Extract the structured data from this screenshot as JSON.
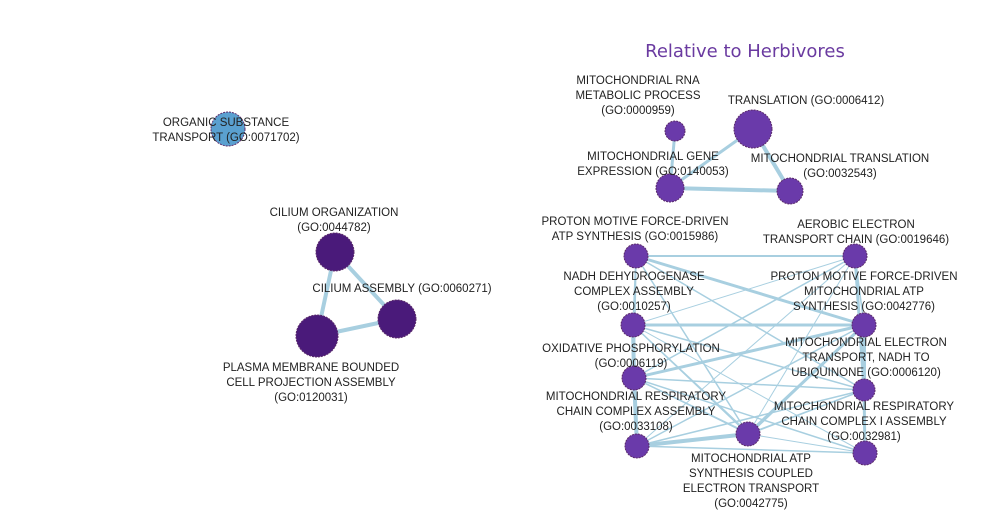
{
  "title": "Relative to Herbivores",
  "colors": {
    "edge": "#a8cfe0",
    "node_stroke": "#5a2a6a",
    "node_blue": "#5aa0d0",
    "node_dark": "#4a1a7a",
    "node_mid": "#6a3aaa",
    "title": "#6a3aa0"
  },
  "nodes": {
    "organic_substance_transport": {
      "lines": [
        "ORGANIC SUBSTANCE",
        "TRANSPORT (GO:0071702)"
      ],
      "color": "#5aa0d0"
    },
    "cilium_organization": {
      "lines": [
        "CILIUM ORGANIZATION",
        "(GO:0044782)"
      ],
      "color": "#4a1a7a"
    },
    "cilium_assembly": {
      "lines": [
        "CILIUM ASSEMBLY (GO:0060271)"
      ],
      "color": "#4a1a7a"
    },
    "plasma_membrane_bounded": {
      "lines": [
        "PLASMA MEMBRANE BOUNDED",
        "CELL PROJECTION ASSEMBLY",
        "(GO:0120031)"
      ],
      "color": "#4a1a7a"
    },
    "mito_rna_metabolic": {
      "lines": [
        "MITOCHONDRIAL RNA",
        "METABOLIC PROCESS",
        "(GO:0000959)"
      ],
      "color": "#6a3aaa"
    },
    "translation": {
      "lines": [
        "TRANSLATION (GO:0006412)"
      ],
      "color": "#6a3aaa"
    },
    "mito_gene_expression": {
      "lines": [
        "MITOCHONDRIAL GENE",
        "EXPRESSION (GO:0140053)"
      ],
      "color": "#6a3aaa"
    },
    "mito_translation": {
      "lines": [
        "MITOCHONDRIAL TRANSLATION",
        "(GO:0032543)"
      ],
      "color": "#6a3aaa"
    },
    "pmf_atp_synthesis_15986": {
      "lines": [
        "PROTON MOTIVE FORCE-DRIVEN",
        "ATP SYNTHESIS (GO:0015986)"
      ],
      "color": "#6a3aaa"
    },
    "aerobic_etc": {
      "lines": [
        "AEROBIC ELECTRON",
        "TRANSPORT CHAIN (GO:0019646)"
      ],
      "color": "#6a3aaa"
    },
    "nadh_dehydrogenase": {
      "lines": [
        "NADH DEHYDROGENASE",
        "COMPLEX ASSEMBLY",
        "(GO:0010257)"
      ],
      "color": "#6a3aaa"
    },
    "pmf_mito_atp_42776": {
      "lines": [
        "PROTON MOTIVE FORCE-DRIVEN",
        "MITOCHONDRIAL ATP",
        "SYNTHESIS (GO:0042776)"
      ],
      "color": "#6a3aaa"
    },
    "oxphos": {
      "lines": [
        "OXIDATIVE PHOSPHORYLATION",
        "(GO:0006119)"
      ],
      "color": "#6a3aaa"
    },
    "mito_et_nadh": {
      "lines": [
        "MITOCHONDRIAL ELECTRON",
        "TRANSPORT, NADH TO",
        "UBIQUINONE (GO:0006120)"
      ],
      "color": "#6a3aaa"
    },
    "mito_resp_chain_assembly": {
      "lines": [
        "MITOCHONDRIAL RESPIRATORY",
        "CHAIN COMPLEX ASSEMBLY",
        "(GO:0033108)"
      ],
      "color": "#6a3aaa"
    },
    "mito_resp_chain_I_assembly": {
      "lines": [
        "MITOCHONDRIAL RESPIRATORY",
        "CHAIN COMPLEX I ASSEMBLY",
        "(GO:0032981)"
      ],
      "color": "#6a3aaa"
    },
    "mito_atp_coupled": {
      "lines": [
        "MITOCHONDRIAL ATP",
        "SYNTHESIS COUPLED",
        "ELECTRON TRANSPORT",
        "(GO:0042775)"
      ],
      "color": "#6a3aaa"
    },
    "unlabeled_bottom_right": {
      "lines": [],
      "color": "#6a3aaa"
    }
  },
  "edges": [
    [
      "cilium_organization",
      "plasma_membrane_bounded"
    ],
    [
      "cilium_organization",
      "cilium_assembly"
    ],
    [
      "plasma_membrane_bounded",
      "cilium_assembly"
    ],
    [
      "mito_rna_metabolic",
      "mito_gene_expression"
    ],
    [
      "mito_gene_expression",
      "mito_translation"
    ],
    [
      "translation",
      "mito_translation"
    ],
    [
      "translation",
      "mito_gene_expression"
    ],
    [
      "pmf_atp_synthesis_15986",
      "aerobic_etc"
    ],
    [
      "pmf_atp_synthesis_15986",
      "nadh_dehydrogenase"
    ],
    [
      "pmf_atp_synthesis_15986",
      "pmf_mito_atp_42776"
    ],
    [
      "pmf_atp_synthesis_15986",
      "oxphos"
    ],
    [
      "pmf_atp_synthesis_15986",
      "mito_et_nadh"
    ],
    [
      "pmf_atp_synthesis_15986",
      "mito_atp_coupled"
    ],
    [
      "aerobic_etc",
      "nadh_dehydrogenase"
    ],
    [
      "aerobic_etc",
      "pmf_mito_atp_42776"
    ],
    [
      "aerobic_etc",
      "oxphos"
    ],
    [
      "aerobic_etc",
      "mito_et_nadh"
    ],
    [
      "aerobic_etc",
      "mito_atp_coupled"
    ],
    [
      "aerobic_etc",
      "mito_resp_chain_assembly"
    ],
    [
      "nadh_dehydrogenase",
      "pmf_mito_atp_42776"
    ],
    [
      "nadh_dehydrogenase",
      "oxphos"
    ],
    [
      "nadh_dehydrogenase",
      "mito_et_nadh"
    ],
    [
      "nadh_dehydrogenase",
      "mito_resp_chain_assembly"
    ],
    [
      "nadh_dehydrogenase",
      "mito_resp_chain_I_assembly"
    ],
    [
      "nadh_dehydrogenase",
      "mito_atp_coupled"
    ],
    [
      "nadh_dehydrogenase",
      "unlabeled_bottom_right"
    ],
    [
      "pmf_mito_atp_42776",
      "oxphos"
    ],
    [
      "pmf_mito_atp_42776",
      "mito_et_nadh"
    ],
    [
      "pmf_mito_atp_42776",
      "mito_resp_chain_assembly"
    ],
    [
      "pmf_mito_atp_42776",
      "mito_atp_coupled"
    ],
    [
      "pmf_mito_atp_42776",
      "unlabeled_bottom_right"
    ],
    [
      "oxphos",
      "mito_et_nadh"
    ],
    [
      "oxphos",
      "mito_resp_chain_assembly"
    ],
    [
      "oxphos",
      "mito_resp_chain_I_assembly"
    ],
    [
      "oxphos",
      "mito_atp_coupled"
    ],
    [
      "oxphos",
      "unlabeled_bottom_right"
    ],
    [
      "mito_et_nadh",
      "mito_resp_chain_assembly"
    ],
    [
      "mito_et_nadh",
      "mito_resp_chain_I_assembly"
    ],
    [
      "mito_et_nadh",
      "mito_atp_coupled"
    ],
    [
      "mito_et_nadh",
      "unlabeled_bottom_right"
    ],
    [
      "mito_resp_chain_assembly",
      "mito_resp_chain_I_assembly"
    ],
    [
      "mito_resp_chain_assembly",
      "mito_atp_coupled"
    ],
    [
      "mito_resp_chain_assembly",
      "unlabeled_bottom_right"
    ],
    [
      "mito_resp_chain_I_assembly",
      "mito_atp_coupled"
    ],
    [
      "mito_atp_coupled",
      "unlabeled_bottom_right"
    ]
  ]
}
